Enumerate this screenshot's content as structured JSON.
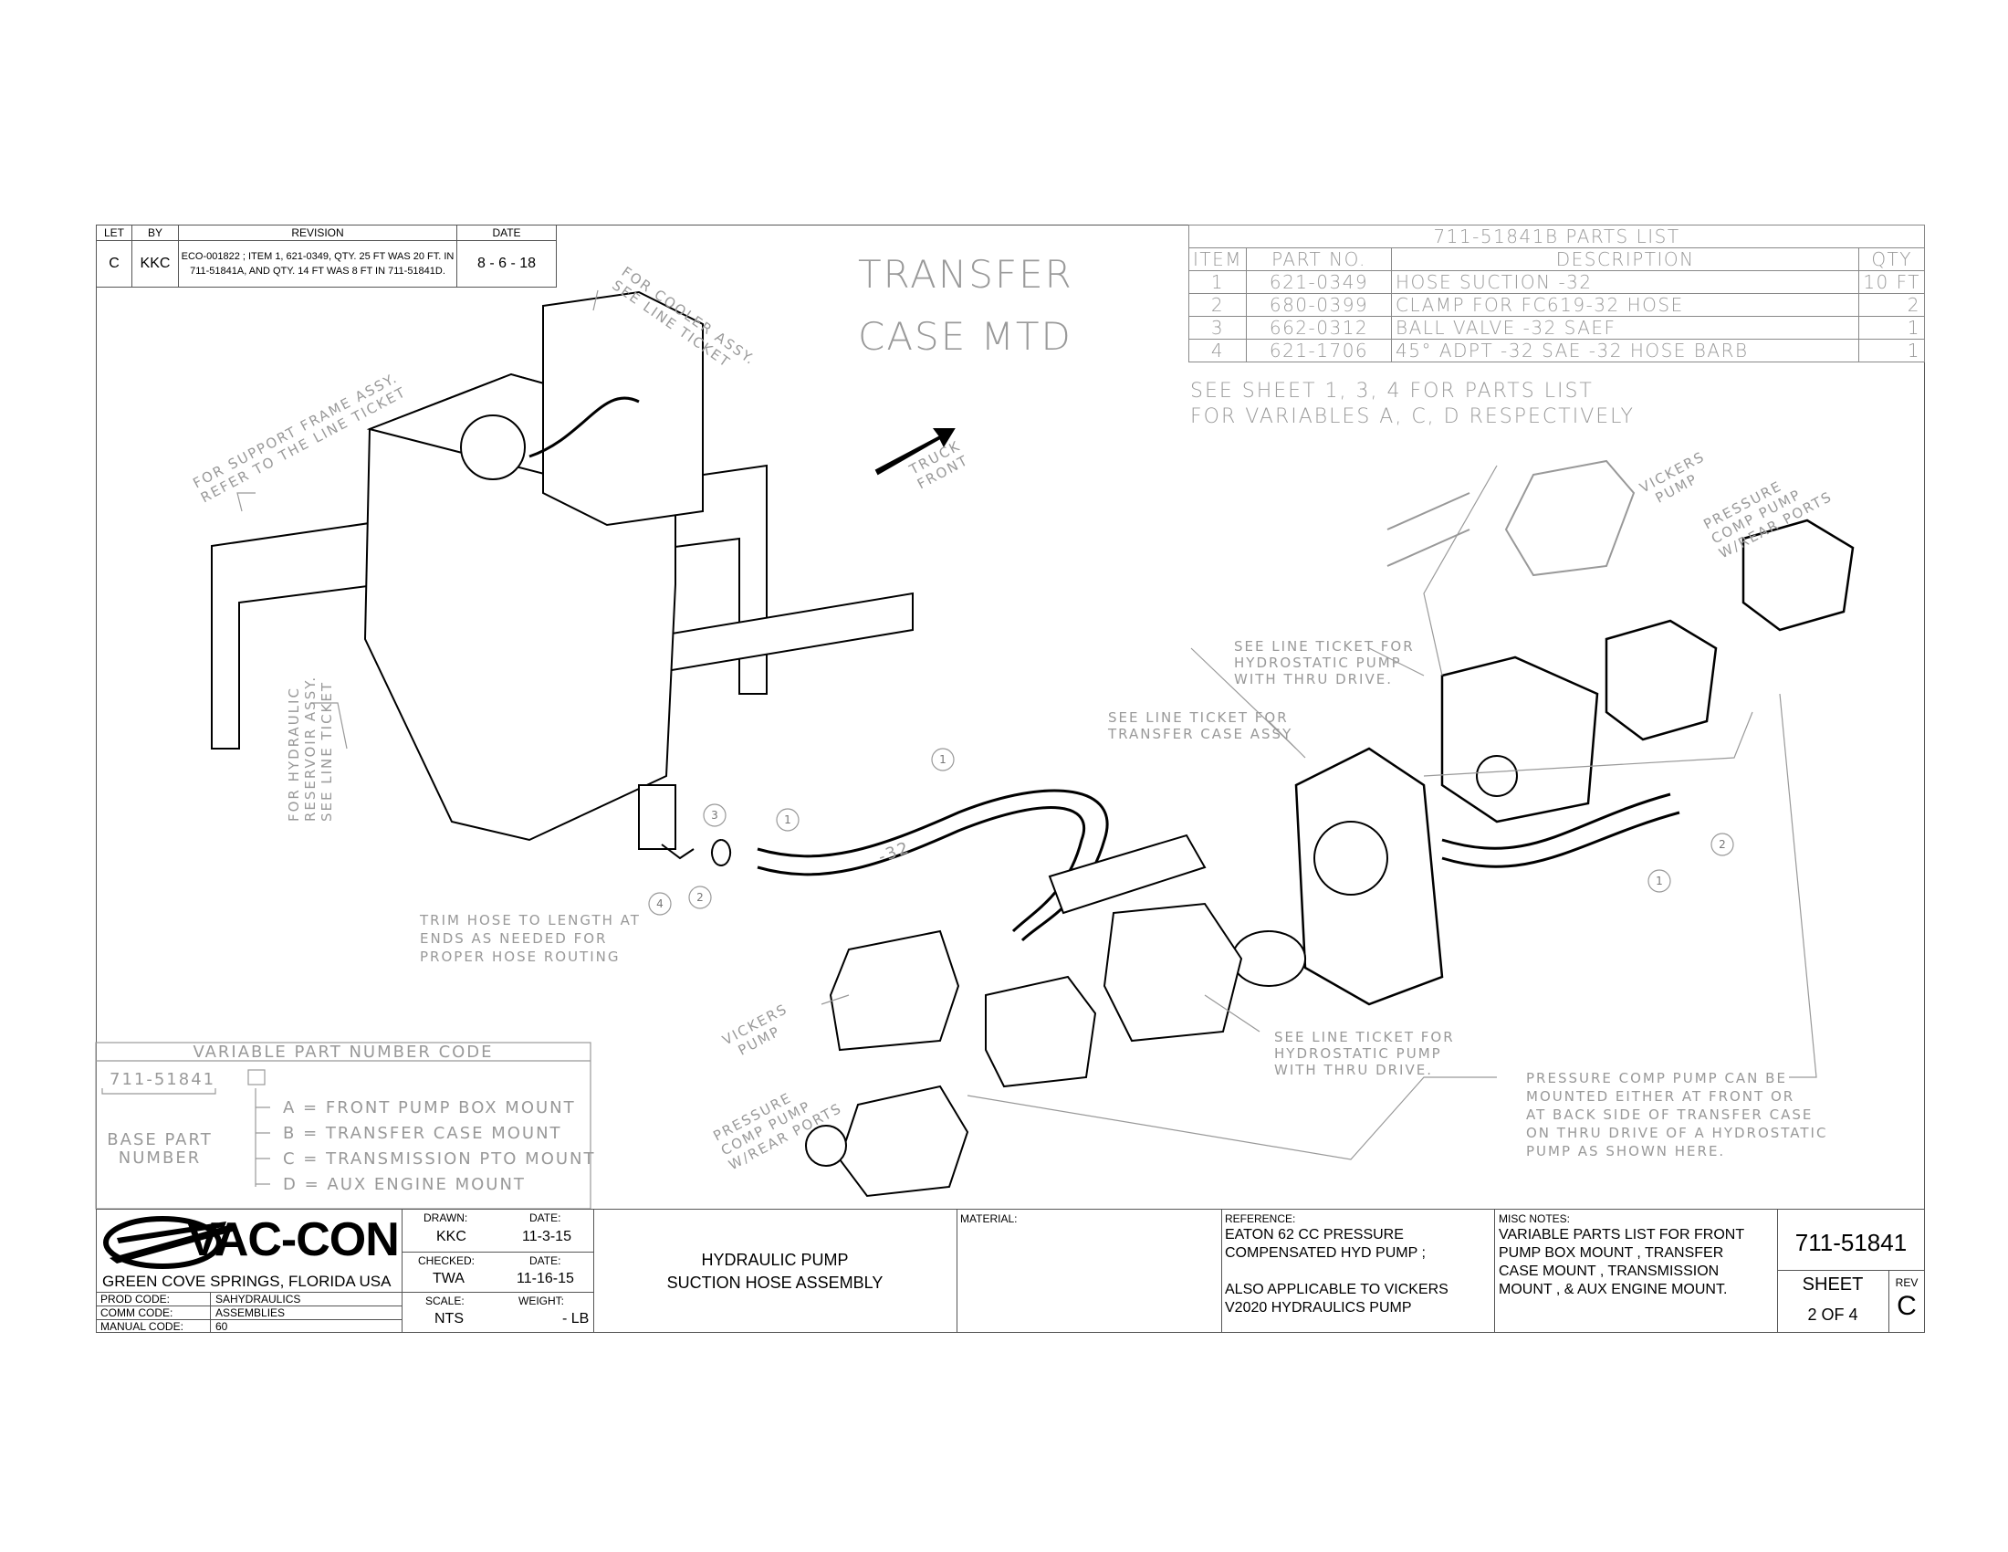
{
  "revision": {
    "headers": {
      "let": "LET",
      "by": "BY",
      "revision": "REVISION",
      "date": "DATE"
    },
    "row": {
      "let": "C",
      "by": "KKC",
      "revision": "ECO-001822 ; ITEM 1, 621-0349, QTY. 25 FT WAS 20 FT. IN 711-51841A, AND QTY. 14 FT WAS 8 FT IN 711-51841D.",
      "date": "8 - 6 - 18"
    }
  },
  "heading": {
    "line1": "TRANSFER",
    "line2": "CASE MTD"
  },
  "parts_list": {
    "title": "711-51841B PARTS LIST",
    "headers": {
      "item": "ITEM",
      "part": "PART NO.",
      "description": "DESCRIPTION",
      "qty": "QTY"
    },
    "rows": [
      {
        "item": "1",
        "part": "621-0349",
        "description": "HOSE SUCTION -32",
        "qty": "10 FT"
      },
      {
        "item": "2",
        "part": "680-0399",
        "description": "CLAMP FOR FC619-32 HOSE",
        "qty": "2"
      },
      {
        "item": "3",
        "part": "662-0312",
        "description": "BALL VALVE -32 SAEF",
        "qty": "1"
      },
      {
        "item": "4",
        "part": "621-1706",
        "description": "45° ADPT -32 SAE -32 HOSE BARB",
        "qty": "1"
      }
    ]
  },
  "sheet_note": {
    "line1": "SEE SHEET 1, 3, 4 FOR PARTS LIST",
    "line2": "FOR VARIABLES A, C, D RESPECTIVELY"
  },
  "callouts": {
    "cooler": {
      "line1": "FOR COOLER ASSY.",
      "line2": "SEE LINE TICKET"
    },
    "support": {
      "line1": "FOR SUPPORT FRAME ASSY.",
      "line2": "REFER TO THE LINE TICKET"
    },
    "truck_front": {
      "line1": "TRUCK",
      "line2": "FRONT"
    },
    "reservoir": {
      "line1": "FOR HYDRAULIC",
      "line2": "RESERVOIR ASSY.",
      "line3": "SEE LINE TICKET"
    },
    "vickers_top": {
      "line1": "VICKERS",
      "line2": "PUMP"
    },
    "pressure_top": {
      "line1": "PRESSURE",
      "line2": "COMP PUMP",
      "line3": "W/REAR PORTS"
    },
    "hydro_top": {
      "line1": "SEE LINE TICKET FOR",
      "line2": "HYDROSTATIC PUMP",
      "line3": "WITH THRU DRIVE."
    },
    "transfer_case": {
      "line1": "SEE LINE TICKET FOR",
      "line2": "TRANSFER CASE ASSY"
    },
    "trim_hose": {
      "line1": "TRIM HOSE TO LENGTH AT",
      "line2": "ENDS AS NEEDED FOR",
      "line3": "PROPER HOSE ROUTING"
    },
    "hose_label": "-32",
    "vickers_bottom": {
      "line1": "VICKERS",
      "line2": "PUMP"
    },
    "hydro_bottom": {
      "line1": "SEE LINE TICKET FOR",
      "line2": "HYDROSTATIC PUMP",
      "line3": "WITH THRU DRIVE."
    },
    "pressure_note": {
      "line1": "PRESSURE COMP PUMP CAN BE",
      "line2": "MOUNTED EITHER AT FRONT OR",
      "line3": "AT BACK SIDE OF TRANSFER CASE",
      "line4": "ON THRU DRIVE OF A HYDROSTATIC",
      "line5": "PUMP AS SHOWN HERE."
    },
    "pressure_bottom": {
      "line1": "PRESSURE",
      "line2": "COMP PUMP",
      "line3": "W/REAR PORTS"
    }
  },
  "balloons": [
    "1",
    "1",
    "1",
    "2",
    "2",
    "3",
    "4"
  ],
  "variable_code": {
    "title": "VARIABLE PART NUMBER CODE",
    "base": "711-51841",
    "base_label_line1": "BASE PART",
    "base_label_line2": "NUMBER",
    "options": [
      "A = FRONT PUMP BOX MOUNT",
      "B = TRANSFER CASE MOUNT",
      "C = TRANSMISSION PTO MOUNT",
      "D = AUX ENGINE MOUNT"
    ]
  },
  "title_block": {
    "company": "VAC-CON",
    "location": "GREEN COVE SPRINGS, FLORIDA USA",
    "prod_code_label": "PROD CODE:",
    "prod_code": "SAHYDRAULICS",
    "comm_code_label": "COMM CODE:",
    "comm_code": "ASSEMBLIES",
    "manual_code_label": "MANUAL CODE:",
    "manual_code": "60",
    "drawn_label": "DRAWN:",
    "drawn": "KKC",
    "date_label": "DATE:",
    "drawn_date": "11-3-15",
    "checked_label": "CHECKED:",
    "checked": "TWA",
    "date2_label": "DATE:",
    "checked_date": "11-16-15",
    "scale_label": "SCALE:",
    "scale": "NTS",
    "weight_label": "WEIGHT:",
    "weight": "- LB",
    "title_line1": "HYDRAULIC PUMP",
    "title_line2": "SUCTION HOSE ASSEMBLY",
    "material_label": "MATERIAL:",
    "reference_label": "REFERENCE:",
    "reference_line1": "EATON 62 CC PRESSURE",
    "reference_line2": "COMPENSATED HYD PUMP ;",
    "reference_line3": "ALSO APPLICABLE TO VICKERS",
    "reference_line4": "V2020 HYDRAULICS PUMP",
    "misc_label": "MISC NOTES:",
    "misc_line1": "VARIABLE PARTS LIST FOR FRONT",
    "misc_line2": "PUMP BOX MOUNT , TRANSFER",
    "misc_line3": "CASE MOUNT , TRANSMISSION",
    "misc_line4": "MOUNT , & AUX ENGINE MOUNT.",
    "drawing_number": "711-51841",
    "sheet_label": "SHEET",
    "sheet": "2 OF 4",
    "rev_label": "REV",
    "rev": "C"
  }
}
